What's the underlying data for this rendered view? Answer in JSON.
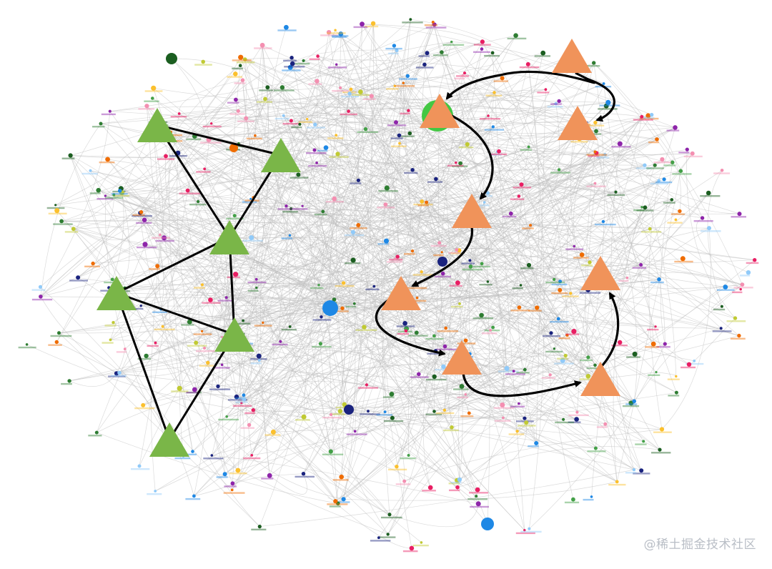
{
  "watermark": "@稀土掘金技术社区",
  "colors": {
    "background": "#ffffff",
    "background_edge": "#bdbdbd",
    "green_triangle": "#7ab648",
    "orange_triangle": "#f0935a",
    "highlight_edge": "#000000",
    "node_palette": [
      "#1e88e5",
      "#1a237e",
      "#1b5e20",
      "#2e7d32",
      "#e91e63",
      "#fbc02d",
      "#8e24aa",
      "#43a047",
      "#ef6c00",
      "#90caf9",
      "#c0ca33",
      "#f48fb1"
    ]
  },
  "diagram": {
    "green_cluster": {
      "nodes": [
        "g1",
        "g2",
        "g3",
        "g4",
        "g5",
        "g6"
      ],
      "edges": [
        [
          "g1",
          "g2"
        ],
        [
          "g1",
          "g3"
        ],
        [
          "g2",
          "g3"
        ],
        [
          "g3",
          "g4"
        ],
        [
          "g3",
          "g5"
        ],
        [
          "g4",
          "g5"
        ],
        [
          "g4",
          "g6"
        ],
        [
          "g5",
          "g6"
        ]
      ]
    },
    "orange_chain": {
      "nodes": [
        "o1",
        "o2",
        "o3",
        "o4",
        "o5",
        "o6",
        "o7",
        "o8"
      ],
      "arrows": [
        [
          "o1",
          "o2"
        ],
        [
          "o2",
          "o3"
        ],
        [
          "o3",
          "o4"
        ],
        [
          "o4",
          "o5"
        ],
        [
          "o5",
          "o6"
        ],
        [
          "o6",
          "o7"
        ],
        [
          "o7",
          "o8"
        ]
      ]
    },
    "featured_nodes": [
      {
        "id": "blue-large-a",
        "color": "#1e88e5"
      },
      {
        "id": "blue-large-b",
        "color": "#1e88e5"
      },
      {
        "id": "navy-a",
        "color": "#1a237e"
      },
      {
        "id": "navy-b",
        "color": "#1a237e"
      },
      {
        "id": "darkgreen-a",
        "color": "#1b5e20"
      },
      {
        "id": "orange-small",
        "color": "#ef6c00"
      },
      {
        "id": "green-hub",
        "color": "#43c743"
      }
    ]
  }
}
